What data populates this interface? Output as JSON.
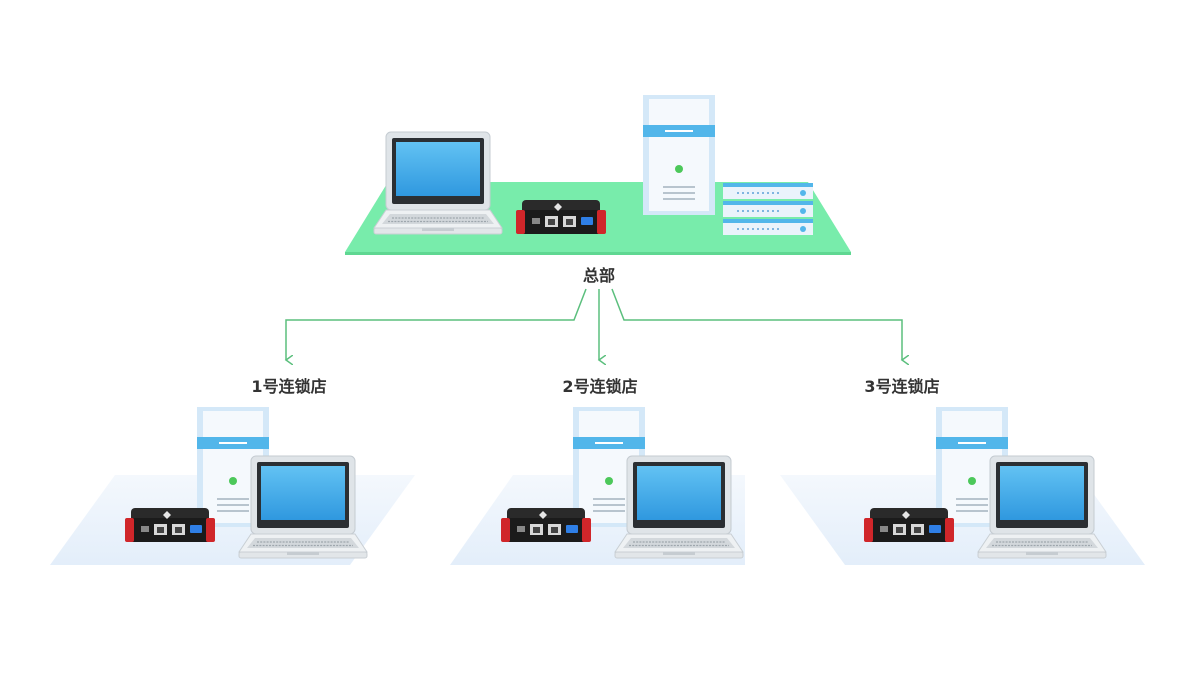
{
  "headquarters": {
    "label": "总部",
    "platform_color": "#78ecab",
    "devices": [
      "laptop-icon",
      "router-icon",
      "tower-server-icon",
      "rack-server-icon"
    ]
  },
  "stores": [
    {
      "label": "1号连锁店",
      "devices": [
        "tower-server-icon",
        "router-icon",
        "laptop-icon"
      ]
    },
    {
      "label": "2号连锁店",
      "devices": [
        "tower-server-icon",
        "router-icon",
        "laptop-icon"
      ]
    },
    {
      "label": "3号连锁店",
      "devices": [
        "tower-server-icon",
        "router-icon",
        "laptop-icon"
      ]
    }
  ],
  "colors": {
    "connector": "#5bbf7d",
    "store_platform": "#e6f0fb",
    "server_body": "#eaf3fb",
    "server_accent": "#52b6ea",
    "router_body": "#1e1e1e",
    "router_accent": "#d0262a",
    "screen": "#3aa7e8",
    "status_led": "#4cc85a"
  }
}
